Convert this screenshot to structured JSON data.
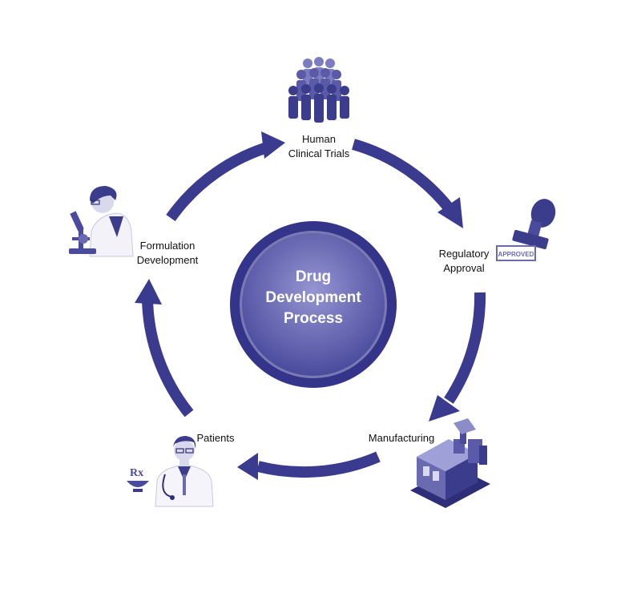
{
  "colors": {
    "arrow": "#3a3a8e",
    "center_ring": "#34348a",
    "center_fill_light": "#8c8ccc",
    "center_fill_dark": "#4b4b9e",
    "icon": "#3c3c8c",
    "icon_light": "#8a8ac8"
  },
  "center": {
    "line1": "Drug",
    "line2": "Development",
    "line3": "Process"
  },
  "stages": {
    "trials": {
      "line1": "Human",
      "line2": "Clinical Trials",
      "icon": "crowd-icon"
    },
    "regulatory": {
      "line1": "Regulatory",
      "line2": "Approval",
      "icon": "approved-stamp-icon",
      "stamp_text": "APPROVED"
    },
    "manufacturing": {
      "line1": "Manufacturing",
      "icon": "factory-machine-icon"
    },
    "patients": {
      "line1": "Patients",
      "icon": "doctor-icon",
      "rx_text": "Rx"
    },
    "formulation": {
      "line1": "Formulation",
      "line2": "Development",
      "icon": "scientist-microscope-icon"
    }
  }
}
